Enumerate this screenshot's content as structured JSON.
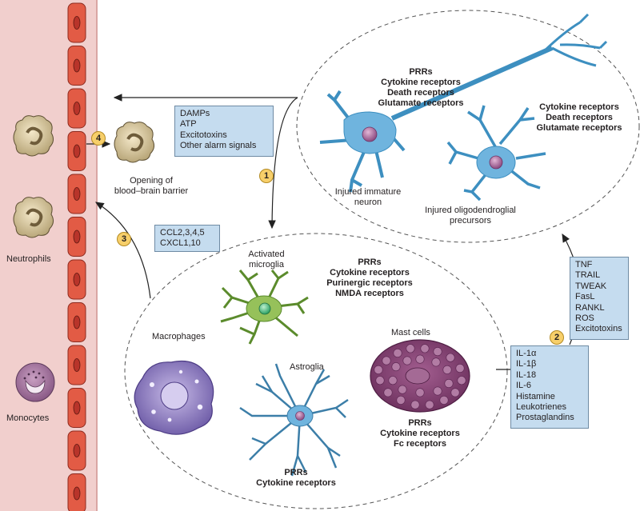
{
  "neuron": {
    "receptors": [
      "PRRs",
      "Cytokine receptors",
      "Death receptors",
      "Glutamate receptors"
    ],
    "label_lines": [
      "Injured immature",
      "neuron"
    ]
  },
  "oligodendroglia": {
    "receptors": [
      "Cytokine receptors",
      "Death receptors",
      "Glutamate receptors"
    ],
    "label_lines": [
      "Injured oligodendroglial",
      "precursors"
    ]
  },
  "microglia": {
    "label_lines": [
      "Activated",
      "microglia"
    ],
    "receptors": [
      "PRRs",
      "Cytokine receptors",
      "Purinergic receptors",
      "NMDA receptors"
    ]
  },
  "macrophages": {
    "label": "Macrophages"
  },
  "astroglia": {
    "label": "Astroglia",
    "receptors": [
      "PRRs",
      "Cytokine receptors"
    ]
  },
  "mast_cells": {
    "label": "Mast cells",
    "receptors": [
      "PRRs",
      "Cytokine receptors",
      "Fc receptors"
    ]
  },
  "vessel": {
    "neutrophils_label": "Neutrophils",
    "monocytes_label": "Monocytes",
    "bbb_label_lines": [
      "Opening of",
      "blood–brain barrier"
    ]
  },
  "signal_boxes": {
    "alarm_signals": [
      "DAMPs",
      "ATP",
      "Excitotoxins",
      "Other alarm signals"
    ],
    "chemokines": [
      "CCL2,3,4,5",
      "CXCL1,10"
    ],
    "death_signals": [
      "TNF",
      "TRAIL",
      "TWEAK",
      "FasL",
      "RANKL",
      "ROS",
      "Excitotoxins"
    ],
    "inflammatory_mediators": [
      "IL-1α",
      "IL-1β",
      "IL-18",
      "IL-6",
      "Histamine",
      "Leukotrienes",
      "Prostaglandins"
    ]
  },
  "steps": [
    "1",
    "2",
    "3",
    "4"
  ],
  "colors": {
    "vessel": "#f1cfcd",
    "endothelial": "#e25b45",
    "signal_box": "#c5dcef",
    "neuron": "#6fb4de",
    "microglia": "#96c15a",
    "macrophage": "#9f8cc8",
    "mast_cell": "#8c4c78",
    "step_badge": "#f7cf6a"
  }
}
